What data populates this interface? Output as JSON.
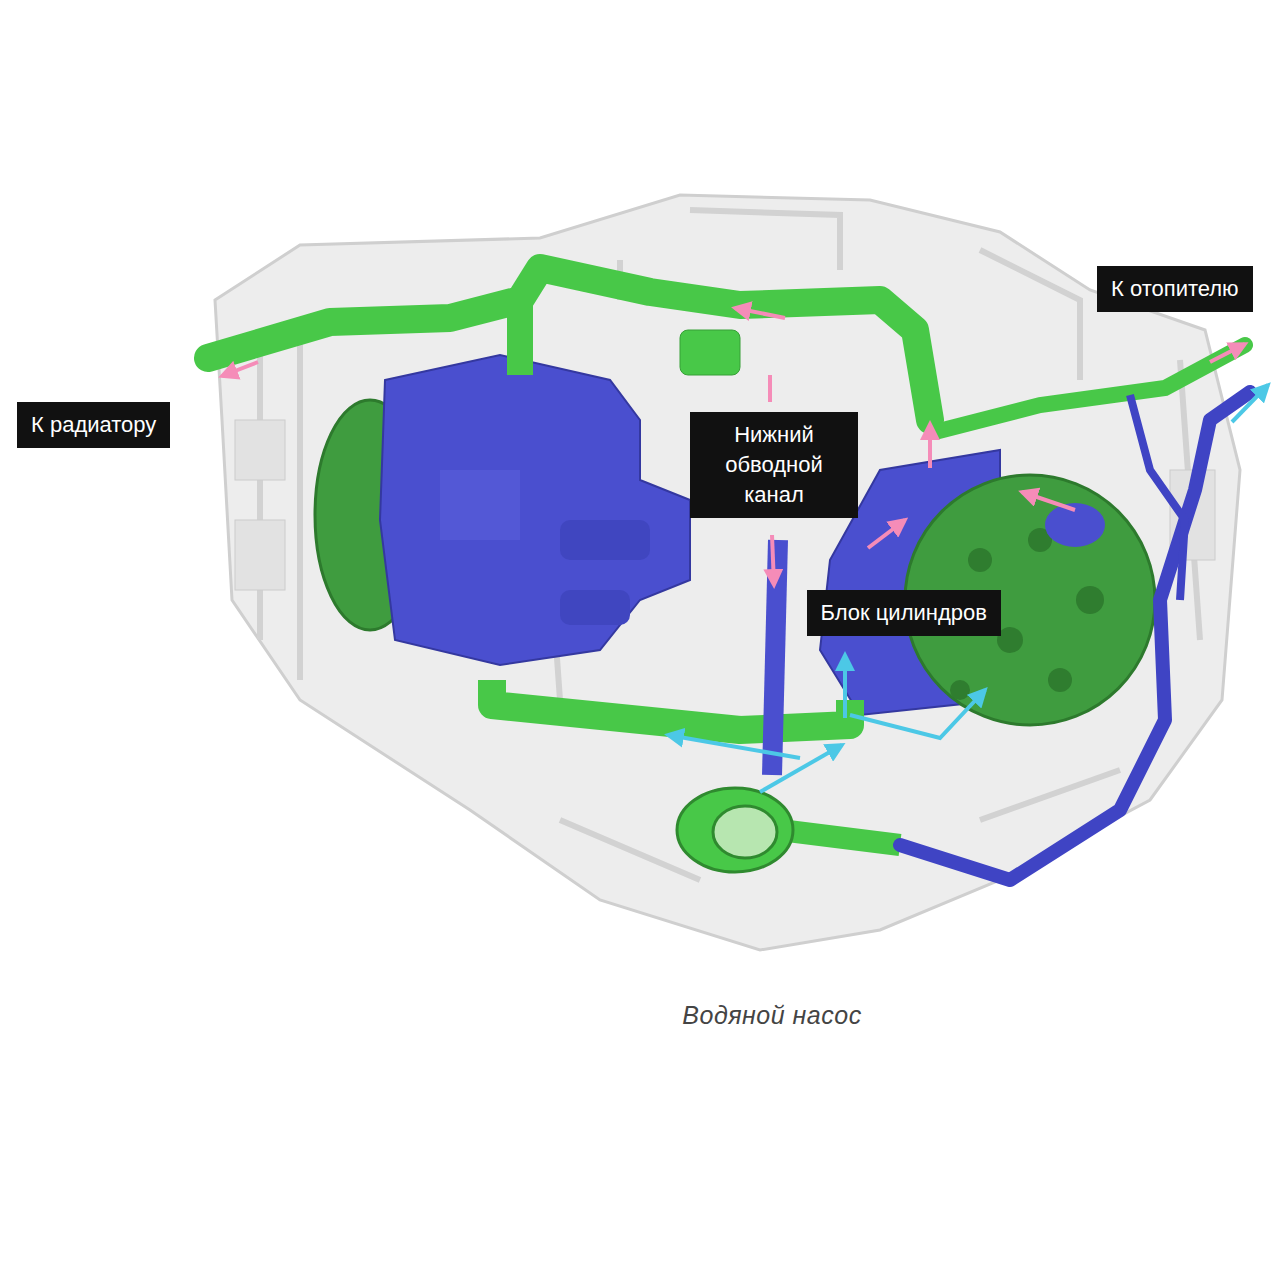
{
  "diagram": {
    "caption": "Водяной насос",
    "nodes": [
      {
        "text": [
          "К отопителю"
        ]
      },
      {
        "text": [
          "К радиатору"
        ]
      },
      {
        "text": [
          "Нижний обводной канал"
        ]
      },
      {
        "text": [
          "Блок цилиндров"
        ]
      }
    ]
  }
}
